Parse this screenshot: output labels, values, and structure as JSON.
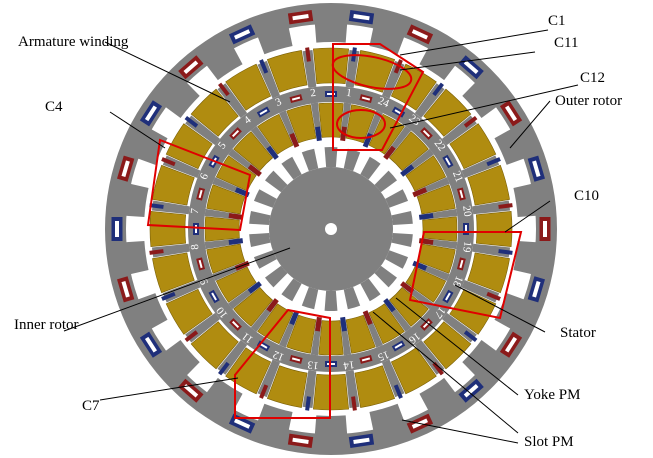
{
  "labels": {
    "armature_winding": "Armature winding",
    "c1": "C1",
    "c11": "C11",
    "c12": "C12",
    "c4": "C4",
    "outer_rotor": "Outer rotor",
    "c10": "C10",
    "inner_rotor": "Inner rotor",
    "stator": "Stator",
    "c7": "C7",
    "yoke_pm": "Yoke PM",
    "slot_pm": "Slot PM"
  },
  "slot_numbers": [
    "1",
    "2",
    "3",
    "4",
    "5",
    "6",
    "7",
    "8",
    "9",
    "10",
    "11",
    "12",
    "13",
    "14",
    "15",
    "16",
    "17",
    "18",
    "19",
    "20",
    "21",
    "22",
    "23",
    "24"
  ],
  "colors": {
    "iron": "#808080",
    "iron_light": "#bdbdbd",
    "coil": "#b08c10",
    "coil_dark": "#7a5f05",
    "pm_red": "#8b1a1a",
    "pm_blue": "#1f2f7a",
    "highlight": "#e00000"
  }
}
